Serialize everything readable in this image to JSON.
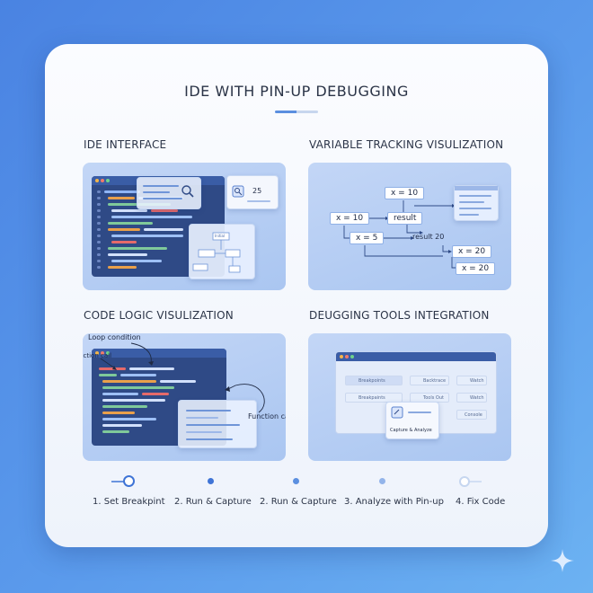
{
  "title": "IDE WITH PIN-UP DEBUGGING",
  "sections": {
    "ide": {
      "heading": "IDE INTERFACE",
      "popup_value": "25",
      "diagram_label": "Initial"
    },
    "variables": {
      "heading": "VARIABLE TRACKING VISULIZATION",
      "boxes": [
        "x = 10",
        "x = 10",
        "result",
        "x = 5",
        "result 20",
        "x = 20",
        "x = 20"
      ]
    },
    "logic": {
      "heading": "CODE LOGIC VISULIZATION",
      "annotations": [
        "Loop condition",
        "Function call",
        "Function call"
      ]
    },
    "tools": {
      "heading": "DEUGGING TOOLS INTEGRATION",
      "buttons": [
        "Breakpoints",
        "Backtrace",
        "Watch",
        "Breakpaints",
        "Tools Out",
        "Watch",
        "Console"
      ],
      "capture_label": "Capture & Analyze"
    }
  },
  "steps": [
    "1. Set Breakpint",
    "2. Run & Capture",
    "2. Run & Capture",
    "3. Analyze with Pin-up",
    "4. Fix Code"
  ],
  "colors": {
    "accent": "#3f74d6",
    "panel": "#b9cff4",
    "code_bg": "#2f4a86"
  },
  "icons": [
    "sparkle-icon",
    "magnifier-icon",
    "capture-icon"
  ]
}
